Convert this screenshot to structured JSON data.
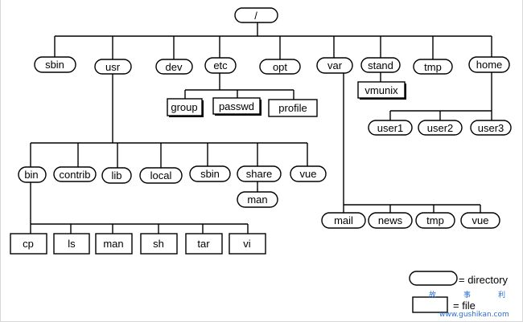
{
  "root": {
    "label": "/"
  },
  "level1": {
    "sbin": "sbin",
    "usr": "usr",
    "dev": "dev",
    "etc": "etc",
    "opt": "opt",
    "var": "var",
    "stand": "stand",
    "tmp": "tmp",
    "home": "home"
  },
  "etc_children": {
    "group": "group",
    "passwd": "passwd",
    "profile": "profile"
  },
  "stand_children": {
    "vmunix": "vmunix"
  },
  "home_children": {
    "user1": "user1",
    "user2": "user2",
    "user3": "user3"
  },
  "usr_children": {
    "bin": "bin",
    "contrib": "contrib",
    "lib": "lib",
    "local": "local",
    "sbin": "sbin",
    "share": "share",
    "vue": "vue"
  },
  "share_children": {
    "man": "man"
  },
  "var_children": {
    "mail": "mail",
    "news": "news",
    "tmp": "tmp",
    "vue": "vue"
  },
  "bin_children": {
    "cp": "cp",
    "ls": "ls",
    "man": "man",
    "sh": "sh",
    "tar": "tar",
    "vi": "vi"
  },
  "legend": {
    "directory": "= directory",
    "file": "= file"
  },
  "watermark": {
    "chars": [
      "故",
      "事",
      "利"
    ],
    "url": "www.gushikan.com"
  }
}
